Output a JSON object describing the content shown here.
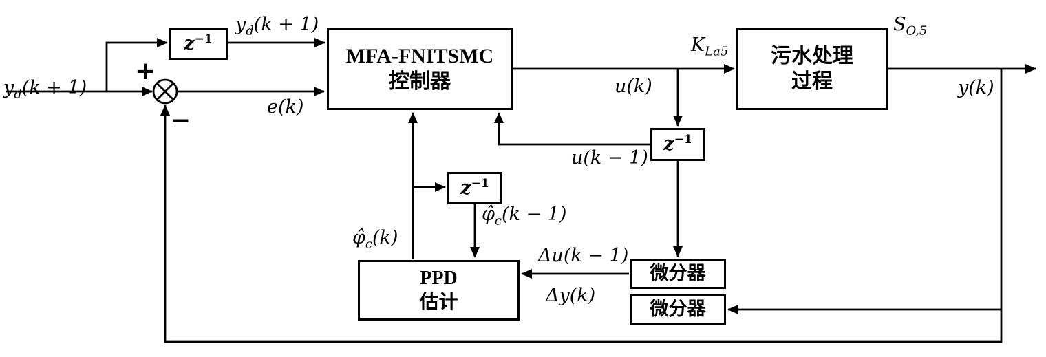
{
  "diagram": {
    "background": "#ffffff",
    "line_color": "#000000",
    "blocks": {
      "delay_setpoint": {
        "base": "z",
        "sup": "−1"
      },
      "controller": {
        "line1": "MFA-FNITSMC",
        "line2": "控制器"
      },
      "process": {
        "line1": "污水处理",
        "line2": "过程"
      },
      "delay_u": {
        "base": "z",
        "sup": "−1"
      },
      "delay_phi": {
        "base": "z",
        "sup": "−1"
      },
      "ppd": {
        "line1": "PPD",
        "line2": "估计"
      },
      "diff_u": {
        "label": "微分器"
      },
      "diff_y": {
        "label": "微分器"
      }
    },
    "signals": {
      "yd_input": {
        "base": "y",
        "sub": "d",
        "rest": "(k + 1)"
      },
      "yd_delayed": {
        "base": "y",
        "sub": "d",
        "rest": "(k + 1)"
      },
      "error": {
        "base": "e",
        "rest": "(k)"
      },
      "u": {
        "base": "u",
        "rest": "(k)"
      },
      "u_prev": {
        "base": "u",
        "rest": "(k − 1)"
      },
      "kla5": {
        "base": "K",
        "sub": "La5"
      },
      "so5": {
        "base": "S",
        "sub": "O,5"
      },
      "y": {
        "base": "y",
        "rest": "(k)"
      },
      "phi": {
        "base": "φ̂",
        "sub": "c",
        "rest": "(k)"
      },
      "phi_prev": {
        "base": "φ̂",
        "sub": "c",
        "rest": "(k − 1)"
      },
      "delta_u_prev": {
        "pre": "Δ",
        "base": "u",
        "rest": "(k − 1)"
      },
      "delta_y": {
        "pre": "Δ",
        "base": "y",
        "rest": "(k)"
      },
      "plus": "+",
      "minus": "−"
    }
  }
}
